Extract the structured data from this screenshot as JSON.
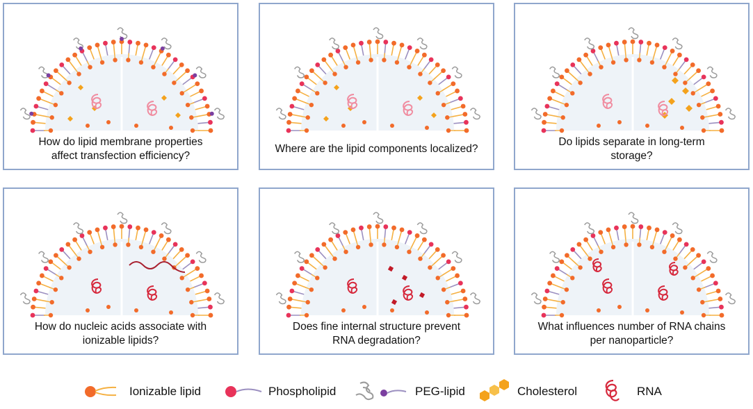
{
  "panels": [
    {
      "caption_line1": "How do lipid membrane properties",
      "caption_line2": "affect transfection efficiency?"
    },
    {
      "caption_line1": "Where are the lipid components localized?",
      "caption_line2": ""
    },
    {
      "caption_line1": "Do lipids separate in long-term",
      "caption_line2": "storage?"
    },
    {
      "caption_line1": "How do nucleic acids associate with",
      "caption_line2": "ionizable lipids?"
    },
    {
      "caption_line1": "Does fine internal structure prevent",
      "caption_line2": "RNA degradation?"
    },
    {
      "caption_line1": "What influences number of RNA chains",
      "caption_line2": "per nanoparticle?"
    }
  ],
  "legend": {
    "ionizable": "Ionizable lipid",
    "phospholipid": "Phospholipid",
    "peg": "PEG-lipid",
    "cholesterol": "Cholesterol",
    "rna": "RNA"
  },
  "colors": {
    "panel_border": "#8fa6cc",
    "ionizable_head": "#f26b2a",
    "ionizable_tail": "#f5b041",
    "phospholipid_head": "#e8335a",
    "phospholipid_tail": "#9b8fc0",
    "peg": "#9a9a9a",
    "peg_head": "#7b3fa0",
    "cholesterol": "#f4a21c",
    "rna": "#d6283c",
    "rna_light": "#f08ca0",
    "core": "#eef3f8"
  }
}
